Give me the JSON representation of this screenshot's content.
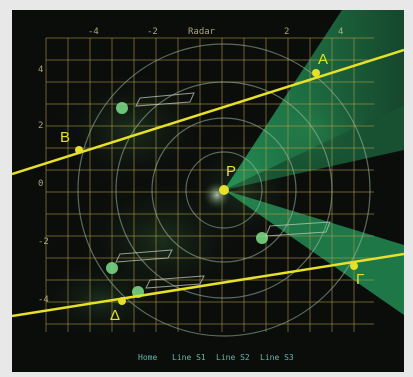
{
  "radar": {
    "title": "Radar",
    "x_ticks": [
      "-4",
      "-2",
      "2",
      "4"
    ],
    "y_ticks": [
      "4",
      "2",
      "0",
      "-2",
      "-4"
    ],
    "status": [
      "Home",
      "Line S1",
      "Line S2",
      "Line S3"
    ]
  },
  "points": {
    "A": "A",
    "B": "B",
    "P": "P",
    "gamma": "Γ",
    "delta": "Δ"
  },
  "colors": {
    "grid": "#b8a04a",
    "yellow_line": "#e6e02a",
    "sweep": "#2fd07a",
    "ring": "#9fb89a",
    "bg": "#0b0d0b"
  },
  "icons": [
    "radar-sweep",
    "target-blip"
  ]
}
